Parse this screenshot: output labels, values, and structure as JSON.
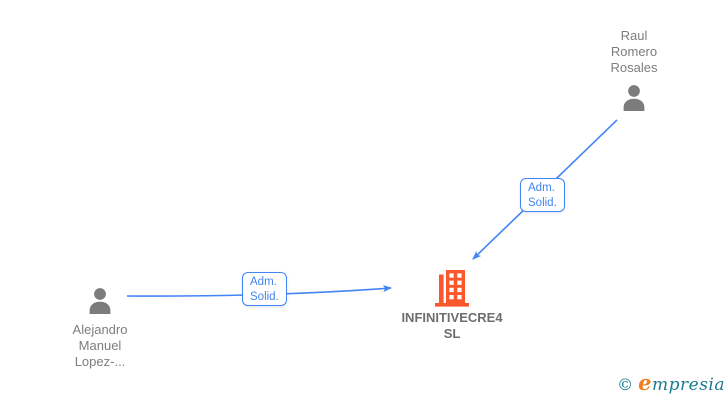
{
  "diagram_type": "company-ownership-graph",
  "colors": {
    "background": "#ffffff",
    "edge_blue": "#4285F4",
    "person_gray": "#7c7c7c",
    "name_text_gray": "#7d7d7d",
    "company_orange": "#FB572C",
    "company_text_gray": "#6e6e6e",
    "logo_teal": "#1b7a8e",
    "logo_orange": "#ee8222"
  },
  "nodes": {
    "person_top_right": {
      "icon": "person-icon",
      "name_line1": "Raul",
      "name_line2": "Romero",
      "name_line3": "Rosales"
    },
    "person_bottom_left": {
      "icon": "person-icon",
      "name_line1": "Alejandro",
      "name_line2": "Manuel",
      "name_line3": "Lopez-..."
    },
    "company": {
      "icon": "building-icon",
      "name_line1": "INFINITIVECRE4",
      "name_line2": "SL"
    }
  },
  "edges": [
    {
      "from": "person_top_right",
      "to": "company",
      "label_line1": "Adm.",
      "label_line2": "Solid."
    },
    {
      "from": "person_bottom_left",
      "to": "company",
      "label_line1": "Adm.",
      "label_line2": "Solid."
    }
  ],
  "footer": {
    "copyright_symbol": "©",
    "brand_initial": "e",
    "brand_rest": "mpresia"
  }
}
